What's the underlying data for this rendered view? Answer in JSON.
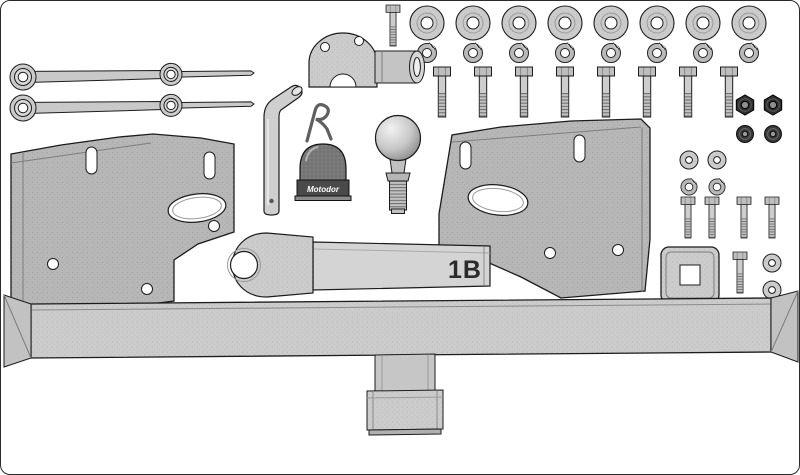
{
  "diagram": {
    "kind": "towbar fitting kit parts diagram",
    "labels": {
      "tongue_marking": "1B",
      "cap_text": "Motodor"
    },
    "colors": {
      "background": "#ffffff",
      "outline": "#1c1c1c",
      "part_light": "#cccccc",
      "part_mid": "#b7b7b7",
      "part_dark": "#383838",
      "cap_dark": "#777777"
    },
    "parts": [
      {
        "name": "flat-washer",
        "qty": 8
      },
      {
        "name": "spring-washer",
        "qty": 8
      },
      {
        "name": "hex-bolt-long",
        "qty": 8
      },
      {
        "name": "link-arm",
        "qty": 2
      },
      {
        "name": "coupling-bracket",
        "qty": 1
      },
      {
        "name": "hex-bolt-short",
        "qty": 6
      },
      {
        "name": "bent-locking-pin",
        "qty": 1
      },
      {
        "name": "r-clip",
        "qty": 1
      },
      {
        "name": "towball-cover-cap",
        "qty": 1
      },
      {
        "name": "tow-ball",
        "qty": 1
      },
      {
        "name": "side-bracket-left",
        "qty": 1
      },
      {
        "name": "side-bracket-right",
        "qty": 1
      },
      {
        "name": "hex-nut",
        "qty": 2
      },
      {
        "name": "flange-nut",
        "qty": 2
      },
      {
        "name": "flat-washer-small",
        "qty": 4
      },
      {
        "name": "spring-washer-small",
        "qty": 2
      },
      {
        "name": "square-backing-plate",
        "qty": 1
      },
      {
        "name": "ball-mount-tongue",
        "qty": 1
      },
      {
        "name": "crossbar-beam",
        "qty": 1
      }
    ]
  }
}
